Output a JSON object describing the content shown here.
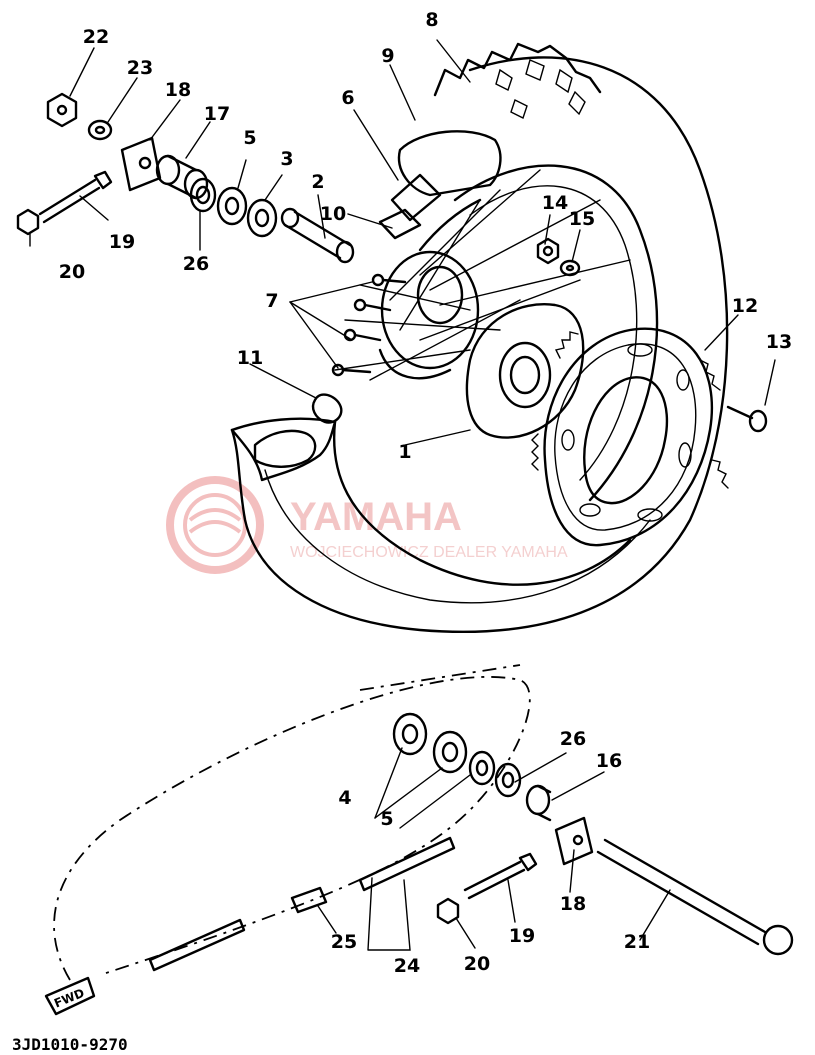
{
  "parts": {
    "p1": "1",
    "p2": "2",
    "p3": "3",
    "p4": "4",
    "p5a": "5",
    "p5b": "5",
    "p6": "6",
    "p7": "7",
    "p8": "8",
    "p9": "9",
    "p10": "10",
    "p11": "11",
    "p12": "12",
    "p13": "13",
    "p14": "14",
    "p15": "15",
    "p16": "16",
    "p17": "17",
    "p18a": "18",
    "p18b": "18",
    "p19a": "19",
    "p19b": "19",
    "p20a": "20",
    "p20b": "20",
    "p21": "21",
    "p22": "22",
    "p23": "23",
    "p24": "24",
    "p25": "25",
    "p26a": "26",
    "p26b": "26"
  },
  "fwd_label": "FWD",
  "drawing_code": "3JD1010-9270",
  "watermark": {
    "title": "YAMAHA",
    "subtitle": "WOJCIECHOWICZ DEALER YAMAHA",
    "color": "#e88a8a"
  }
}
